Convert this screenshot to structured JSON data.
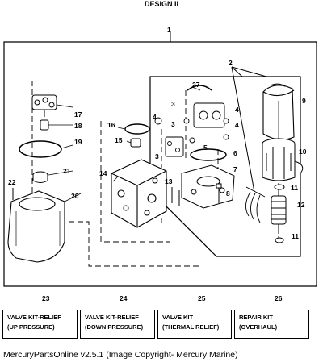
{
  "title": "DESIGN II",
  "callouts": {
    "c1": "1",
    "c2": "2",
    "c3a": "3",
    "c3b": "3",
    "c3c": "3",
    "c4a": "4",
    "c4b": "4",
    "c4c": "4",
    "c5": "5",
    "c6": "6",
    "c7": "7",
    "c8": "8",
    "c9": "9",
    "c10": "10",
    "c11a": "11",
    "c11b": "11",
    "c12": "12",
    "c13": "13",
    "c14": "14",
    "c15": "15",
    "c16": "16",
    "c17": "17",
    "c18": "18",
    "c19": "19",
    "c20": "20",
    "c21": "21",
    "c22": "22",
    "c27": "27"
  },
  "kits": [
    {
      "number": "23",
      "line1": "VALVE KIT-RELIEF",
      "line2": "(UP PRESSURE)"
    },
    {
      "number": "24",
      "line1": "VALVE KIT-RELIEF",
      "line2": "(DOWN PRESSURE)"
    },
    {
      "number": "25",
      "line1": "VALVE KIT",
      "line2": "(THERMAL RELIEF)"
    },
    {
      "number": "26",
      "line1": "REPAIR KIT",
      "line2": "(OVERHAUL)"
    }
  ],
  "footer": "MercuryPartsOnline v2.5.1 (Image Copyright- Mercury Marine)"
}
